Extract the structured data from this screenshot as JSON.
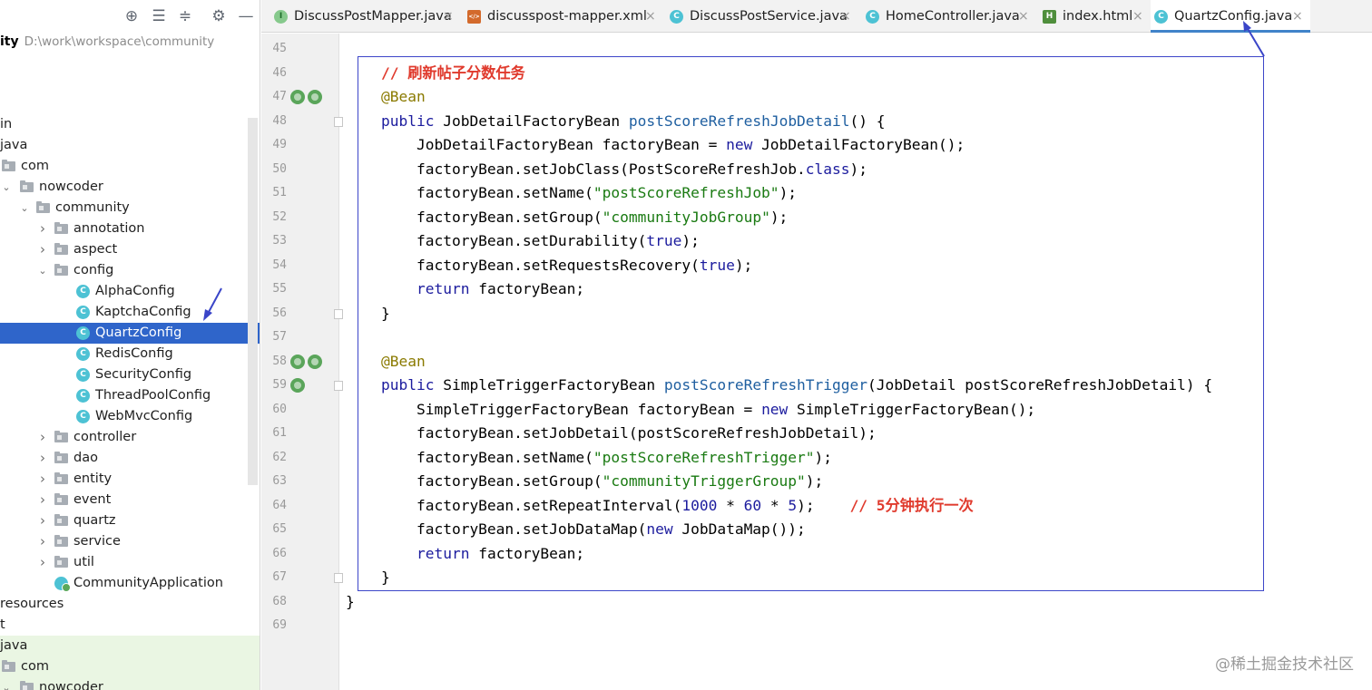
{
  "project": {
    "name": "ity",
    "path": "D:\\work\\workspace\\community"
  },
  "toolbar": {
    "icons": [
      "target-icon",
      "collapse-all-icon",
      "expand-all-icon",
      "gear-icon",
      "minimize-icon"
    ]
  },
  "tree": [
    {
      "label": "in",
      "type": "text",
      "arrow": ""
    },
    {
      "label": "java",
      "type": "text",
      "arrow": ""
    },
    {
      "label": "com",
      "type": "folder",
      "arrow": ""
    },
    {
      "label": "nowcoder",
      "type": "folder",
      "arrow": "open"
    },
    {
      "label": "community",
      "type": "folder",
      "arrow": "open"
    },
    {
      "label": "annotation",
      "type": "folder",
      "arrow": "closed"
    },
    {
      "label": "aspect",
      "type": "folder",
      "arrow": "closed"
    },
    {
      "label": "config",
      "type": "folder",
      "arrow": "open"
    },
    {
      "label": "AlphaConfig",
      "type": "class",
      "arrow": ""
    },
    {
      "label": "KaptchaConfig",
      "type": "class",
      "arrow": ""
    },
    {
      "label": "QuartzConfig",
      "type": "class",
      "arrow": "",
      "selected": true
    },
    {
      "label": "RedisConfig",
      "type": "class",
      "arrow": ""
    },
    {
      "label": "SecurityConfig",
      "type": "class",
      "arrow": ""
    },
    {
      "label": "ThreadPoolConfig",
      "type": "class",
      "arrow": ""
    },
    {
      "label": "WebMvcConfig",
      "type": "class",
      "arrow": ""
    },
    {
      "label": "controller",
      "type": "folder",
      "arrow": "closed"
    },
    {
      "label": "dao",
      "type": "folder",
      "arrow": "closed"
    },
    {
      "label": "entity",
      "type": "folder",
      "arrow": "closed"
    },
    {
      "label": "event",
      "type": "folder",
      "arrow": "closed"
    },
    {
      "label": "quartz",
      "type": "folder",
      "arrow": "closed"
    },
    {
      "label": "service",
      "type": "folder",
      "arrow": "closed"
    },
    {
      "label": "util",
      "type": "folder",
      "arrow": "closed"
    },
    {
      "label": "CommunityApplication",
      "type": "app",
      "arrow": ""
    },
    {
      "label": "resources",
      "type": "text",
      "arrow": ""
    },
    {
      "label": "t",
      "type": "text",
      "arrow": ""
    },
    {
      "label": "java",
      "type": "text",
      "arrow": "",
      "green": true
    },
    {
      "label": "com",
      "type": "folder",
      "arrow": "",
      "green": true
    },
    {
      "label": "nowcoder",
      "type": "folder",
      "arrow": "open",
      "green": true
    }
  ],
  "tabs": [
    {
      "label": "DiscussPostMapper.java",
      "icon": "interface-icon",
      "glyph": "I"
    },
    {
      "label": "discusspost-mapper.xml",
      "icon": "xml-file-icon",
      "glyph": "</>"
    },
    {
      "label": "DiscussPostService.java",
      "icon": "class-icon",
      "glyph": "C"
    },
    {
      "label": "HomeController.java",
      "icon": "class-icon",
      "glyph": "C"
    },
    {
      "label": "index.html",
      "icon": "html-file-icon",
      "glyph": "H"
    },
    {
      "label": "QuartzConfig.java",
      "icon": "class-icon",
      "glyph": "C",
      "active": true
    }
  ],
  "tab_close_glyph": "×",
  "line_numbers": [
    "45",
    "46",
    "47",
    "48",
    "49",
    "50",
    "51",
    "52",
    "53",
    "54",
    "55",
    "56",
    "57",
    "58",
    "59",
    "60",
    "61",
    "62",
    "63",
    "64",
    "65",
    "66",
    "67",
    "68",
    "69"
  ],
  "code": [
    {
      "indent": 0,
      "tokens": [
        {
          "t": "    ",
          "c": ""
        }
      ]
    },
    {
      "indent": 0,
      "tokens": [
        {
          "t": "    ",
          "c": ""
        },
        {
          "t": "// 刷新帖子分数任务",
          "c": "cmt"
        }
      ]
    },
    {
      "indent": 0,
      "tokens": [
        {
          "t": "    ",
          "c": ""
        },
        {
          "t": "@Bean",
          "c": "ann"
        }
      ]
    },
    {
      "indent": 0,
      "tokens": [
        {
          "t": "    ",
          "c": ""
        },
        {
          "t": "public ",
          "c": "kw"
        },
        {
          "t": "JobDetailFactoryBean ",
          "c": ""
        },
        {
          "t": "postScoreRefreshJobDetail",
          "c": "fn"
        },
        {
          "t": "() {",
          "c": ""
        }
      ]
    },
    {
      "indent": 0,
      "tokens": [
        {
          "t": "        JobDetailFactoryBean factoryBean = ",
          "c": ""
        },
        {
          "t": "new ",
          "c": "kw"
        },
        {
          "t": "JobDetailFactoryBean();",
          "c": ""
        }
      ]
    },
    {
      "indent": 0,
      "tokens": [
        {
          "t": "        factoryBean.setJobClass(PostScoreRefreshJob.",
          "c": ""
        },
        {
          "t": "class",
          "c": "kw"
        },
        {
          "t": ");",
          "c": ""
        }
      ]
    },
    {
      "indent": 0,
      "tokens": [
        {
          "t": "        factoryBean.setName(",
          "c": ""
        },
        {
          "t": "\"postScoreRefreshJob\"",
          "c": "str"
        },
        {
          "t": ");",
          "c": ""
        }
      ]
    },
    {
      "indent": 0,
      "tokens": [
        {
          "t": "        factoryBean.setGroup(",
          "c": ""
        },
        {
          "t": "\"communityJobGroup\"",
          "c": "str"
        },
        {
          "t": ");",
          "c": ""
        }
      ]
    },
    {
      "indent": 0,
      "tokens": [
        {
          "t": "        factoryBean.setDurability(",
          "c": ""
        },
        {
          "t": "true",
          "c": "kw"
        },
        {
          "t": ");",
          "c": ""
        }
      ]
    },
    {
      "indent": 0,
      "tokens": [
        {
          "t": "        factoryBean.setRequestsRecovery(",
          "c": ""
        },
        {
          "t": "true",
          "c": "kw"
        },
        {
          "t": ");",
          "c": ""
        }
      ]
    },
    {
      "indent": 0,
      "tokens": [
        {
          "t": "        ",
          "c": ""
        },
        {
          "t": "return ",
          "c": "kw"
        },
        {
          "t": "factoryBean;",
          "c": ""
        }
      ]
    },
    {
      "indent": 0,
      "tokens": [
        {
          "t": "    }",
          "c": ""
        }
      ]
    },
    {
      "indent": 0,
      "tokens": [
        {
          "t": "",
          "c": ""
        }
      ]
    },
    {
      "indent": 0,
      "tokens": [
        {
          "t": "    ",
          "c": ""
        },
        {
          "t": "@Bean",
          "c": "ann"
        }
      ]
    },
    {
      "indent": 0,
      "tokens": [
        {
          "t": "    ",
          "c": ""
        },
        {
          "t": "public ",
          "c": "kw"
        },
        {
          "t": "SimpleTriggerFactoryBean ",
          "c": ""
        },
        {
          "t": "postScoreRefreshTrigger",
          "c": "fn"
        },
        {
          "t": "(JobDetail postScoreRefreshJobDetail) {",
          "c": ""
        }
      ]
    },
    {
      "indent": 0,
      "tokens": [
        {
          "t": "        SimpleTriggerFactoryBean factoryBean = ",
          "c": ""
        },
        {
          "t": "new ",
          "c": "kw"
        },
        {
          "t": "SimpleTriggerFactoryBean();",
          "c": ""
        }
      ]
    },
    {
      "indent": 0,
      "tokens": [
        {
          "t": "        factoryBean.setJobDetail(postScoreRefreshJobDetail);",
          "c": ""
        }
      ]
    },
    {
      "indent": 0,
      "tokens": [
        {
          "t": "        factoryBean.setName(",
          "c": ""
        },
        {
          "t": "\"postScoreRefreshTrigger\"",
          "c": "str"
        },
        {
          "t": ");",
          "c": ""
        }
      ]
    },
    {
      "indent": 0,
      "tokens": [
        {
          "t": "        factoryBean.setGroup(",
          "c": ""
        },
        {
          "t": "\"communityTriggerGroup\"",
          "c": "str"
        },
        {
          "t": ");",
          "c": ""
        }
      ]
    },
    {
      "indent": 0,
      "tokens": [
        {
          "t": "        factoryBean.setRepeatInterval(",
          "c": ""
        },
        {
          "t": "1000 ",
          "c": "kw"
        },
        {
          "t": "* ",
          "c": ""
        },
        {
          "t": "60 ",
          "c": "kw"
        },
        {
          "t": "* ",
          "c": ""
        },
        {
          "t": "5",
          "c": "kw"
        },
        {
          "t": ");    ",
          "c": ""
        },
        {
          "t": "// 5分钟执行一次",
          "c": "cmt"
        }
      ]
    },
    {
      "indent": 0,
      "tokens": [
        {
          "t": "        factoryBean.setJobDataMap(",
          "c": ""
        },
        {
          "t": "new ",
          "c": "kw"
        },
        {
          "t": "JobDataMap());",
          "c": ""
        }
      ]
    },
    {
      "indent": 0,
      "tokens": [
        {
          "t": "        ",
          "c": ""
        },
        {
          "t": "return ",
          "c": "kw"
        },
        {
          "t": "factoryBean;",
          "c": ""
        }
      ]
    },
    {
      "indent": 0,
      "tokens": [
        {
          "t": "    }",
          "c": ""
        }
      ]
    },
    {
      "indent": 0,
      "tokens": [
        {
          "t": "}",
          "c": ""
        }
      ]
    },
    {
      "indent": 0,
      "tokens": [
        {
          "t": "",
          "c": ""
        }
      ]
    }
  ],
  "watermark": "@稀土掘金技术社区",
  "colors": {
    "selection": "#2f65ca",
    "keyword": "#1c1c9e",
    "string": "#1a7a12",
    "annotation": "#8a7a00",
    "comment": "#e03a2d",
    "highlight_box": "#3d46c9"
  }
}
